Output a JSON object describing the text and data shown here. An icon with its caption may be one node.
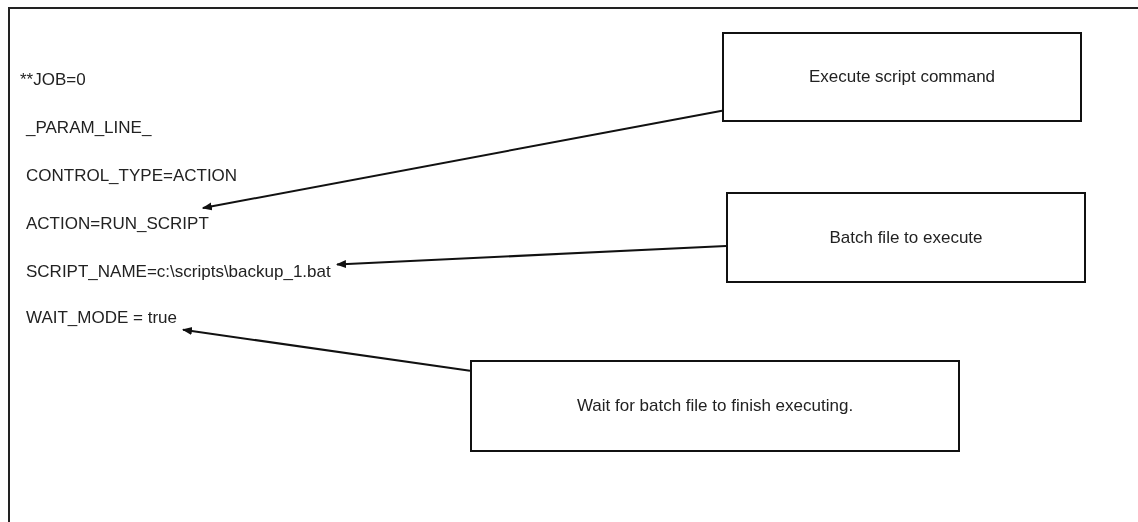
{
  "diagram": {
    "nodes": [
      {
        "text": [
          "ACTION=RUN_SCRIPT"
        ]
      },
      {
        "text": [
          "SCRIPT_NAME=c:\\scripts\\backup_1.bat"
        ]
      },
      {
        "text": [
          "WAIT_MODE = true"
        ]
      },
      {
        "text": [
          "Execute script command"
        ]
      },
      {
        "text": [
          "Batch file to execute"
        ]
      },
      {
        "text": [
          "Wait for batch file to finish executing."
        ]
      }
    ],
    "edges": [
      {
        "from": 3,
        "to": 0,
        "arrow": "to"
      },
      {
        "from": 4,
        "to": 1,
        "arrow": "to"
      },
      {
        "from": 5,
        "to": 2,
        "arrow": "to"
      }
    ],
    "labels": [
      "**JOB=0",
      "_PARAM_LINE_",
      "CONTROL_TYPE=ACTION"
    ]
  }
}
